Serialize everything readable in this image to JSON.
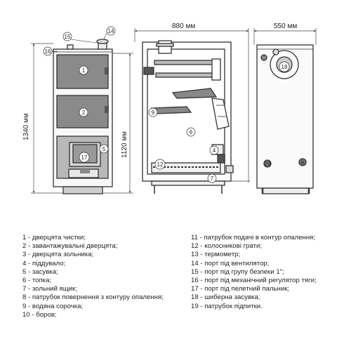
{
  "dimensions": {
    "height_total": "1340 мм",
    "height_inner": "1120 мм",
    "width_side": "880 мм",
    "depth_back": "550 мм"
  },
  "callouts": {
    "c1": "1",
    "c2": "2",
    "c4": "4",
    "c5": "5",
    "c6": "6",
    "c7": "7",
    "c9": "9",
    "c12": "12",
    "c14": "14",
    "c15": "15",
    "c16": "16",
    "c17": "17",
    "c18": "18",
    "c19": "19"
  },
  "legend": {
    "left": [
      "1 - дверцята чистки;",
      "2 - завантажувальні дверцята;",
      "3 - дверцята зольника;",
      "4 - піддувало;",
      "5 - засувка;",
      "6 - топка;",
      "7 - зольний ящик;",
      "8 - патрубок повернення з контуру опалення;",
      "9 - водяна сорочка;",
      "10 - боров;"
    ],
    "right": [
      "11 - патрубок подачі в контур опалення;",
      "12 - колосникові грати;",
      "13 - термометр;",
      "14 - порт під вентилятор;",
      "15 - порт під групу безпеки 1\";",
      "16 - порт під механічний регулятор тяги;",
      "17 - порт під пелетний пальник;",
      "18 - шиберна засувка;",
      "19 - патрубок підпитки."
    ]
  }
}
